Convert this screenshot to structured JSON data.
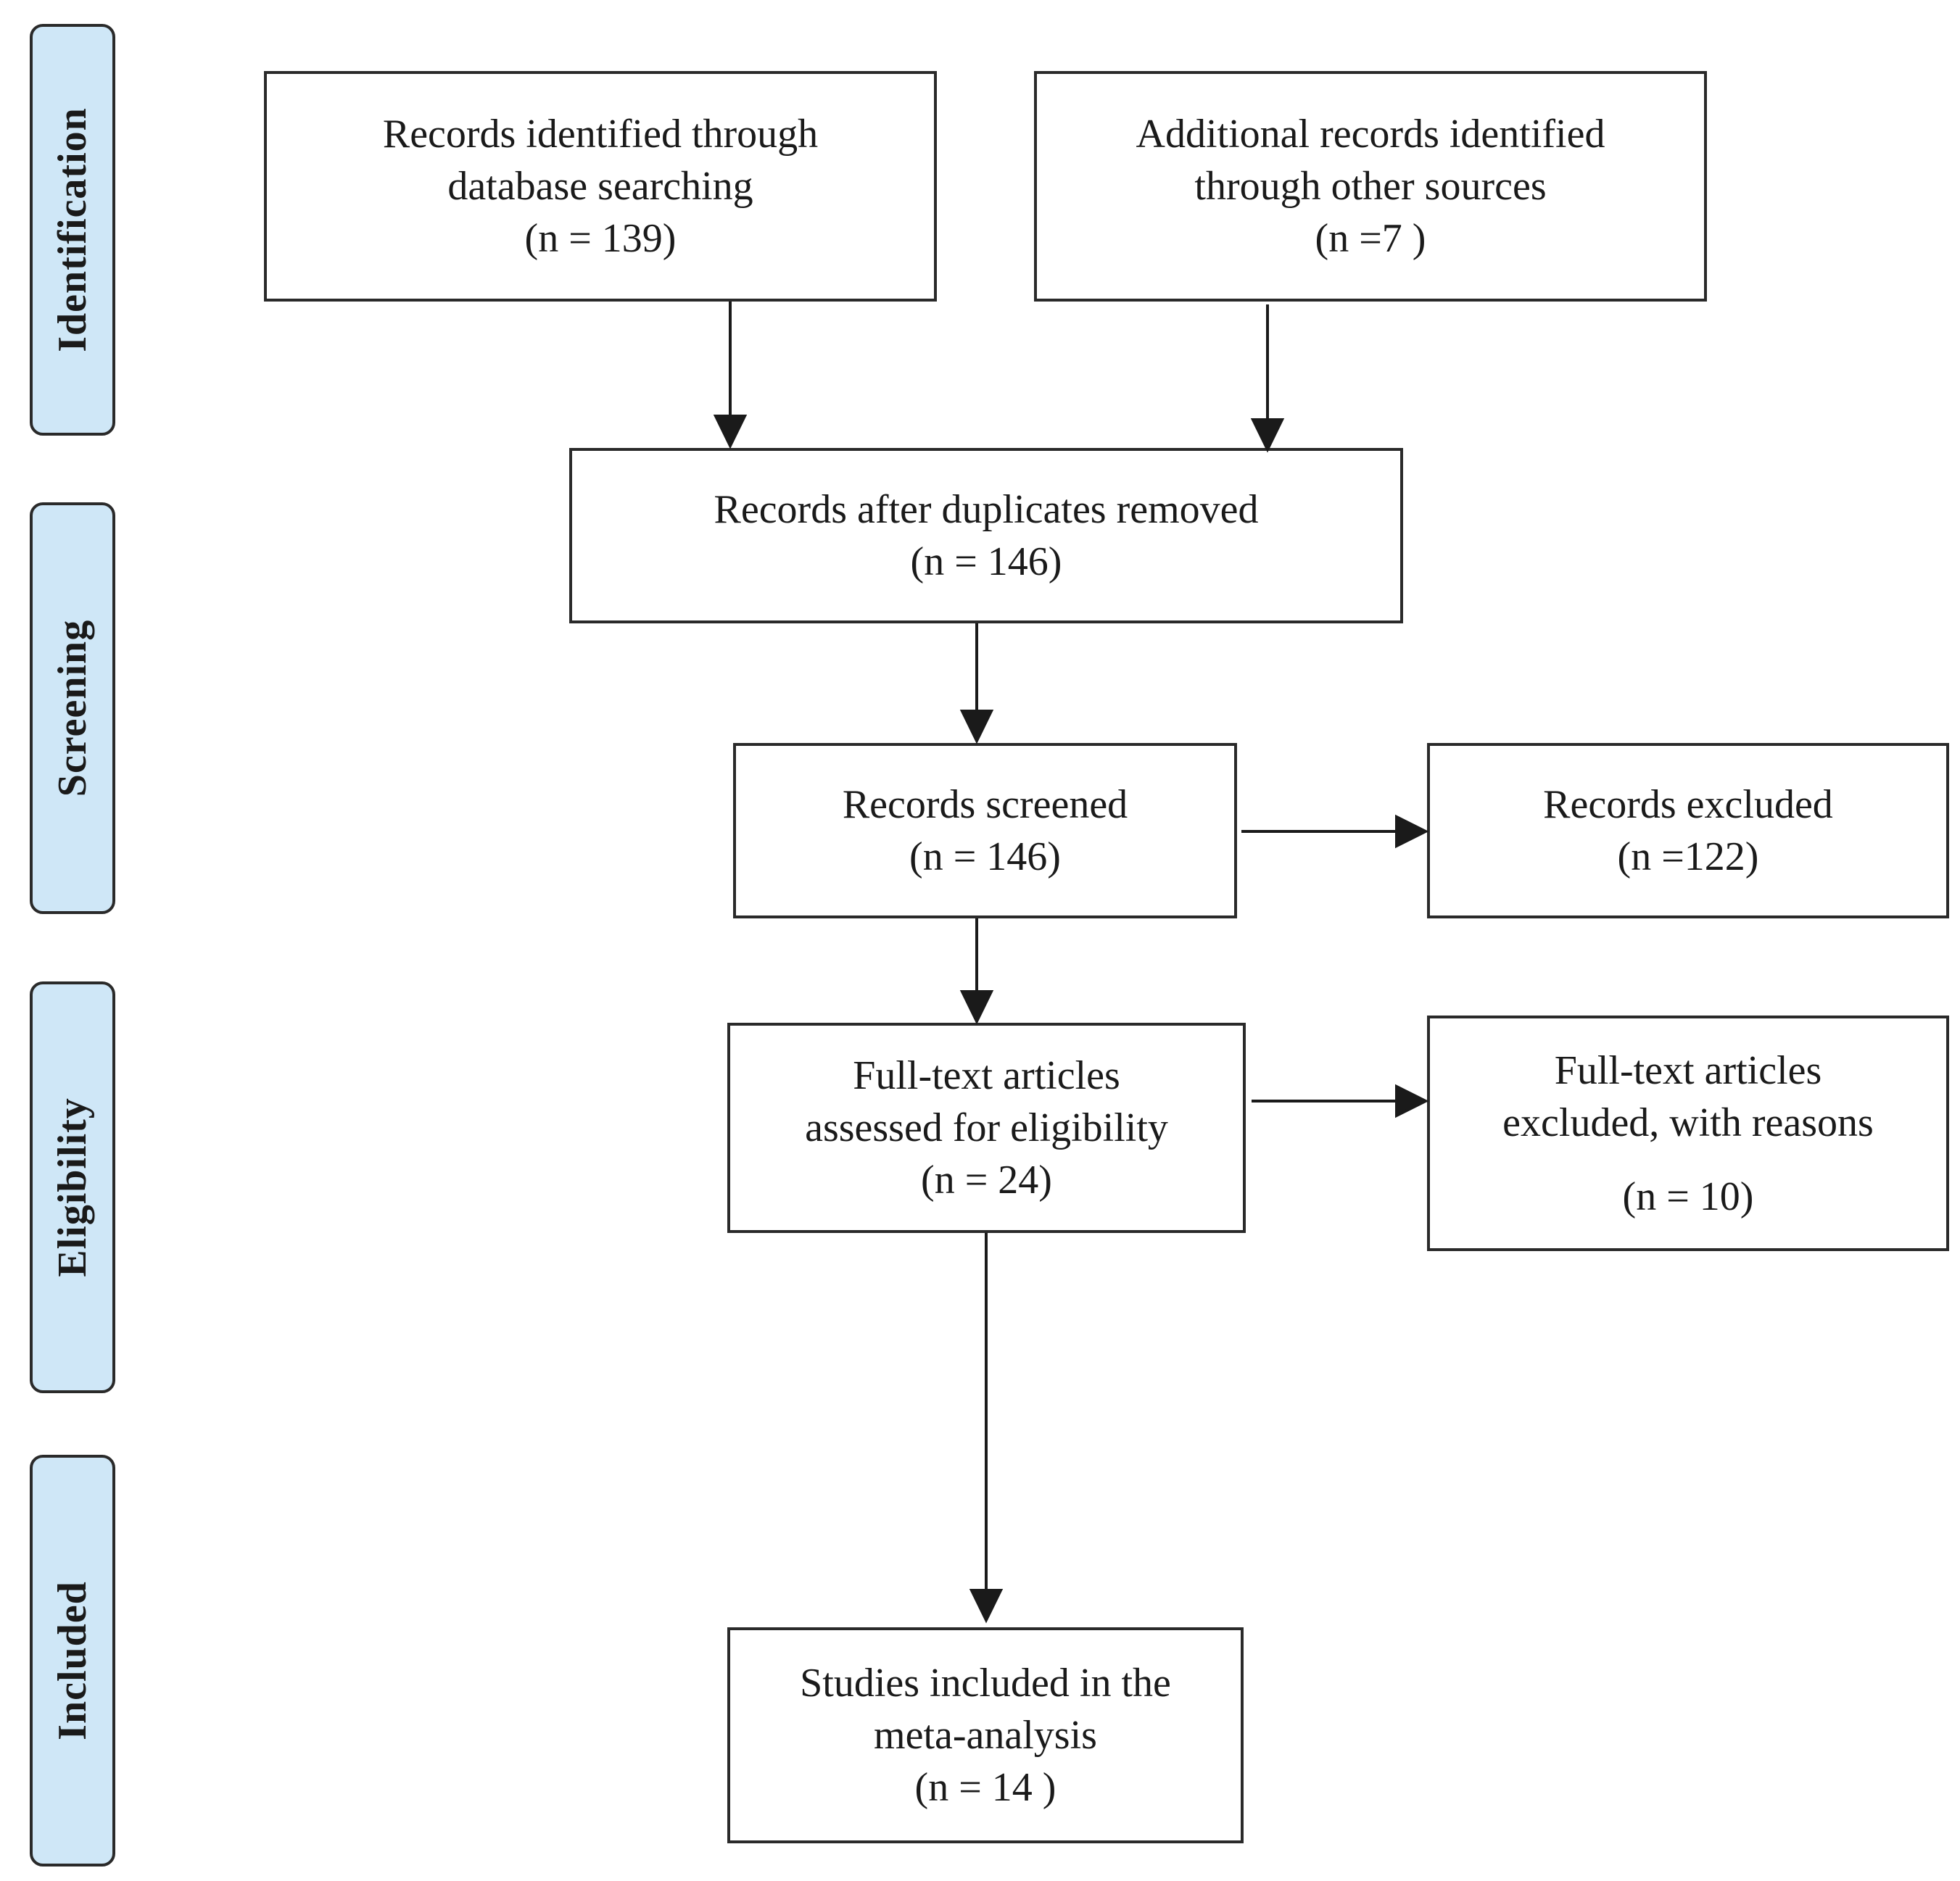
{
  "phases": {
    "identification": "Identification",
    "screening": "Screening",
    "eligibility": "Eligibility",
    "included": "Included"
  },
  "boxes": {
    "database_search": {
      "line1": "Records identified through",
      "line2": "database searching",
      "count": "(n = 139)"
    },
    "other_sources": {
      "line1": "Additional records identified",
      "line2": "through other sources",
      "count": "(n =7 )"
    },
    "duplicates_removed": {
      "line1": "Records after duplicates  removed",
      "count": "(n = 146)"
    },
    "screened": {
      "line1": "Records  screened",
      "count": "(n = 146)"
    },
    "excluded": {
      "line1": "Records  excluded",
      "count": "(n =122)"
    },
    "full_text_assessed": {
      "line1": "Full-text articles",
      "line2": "assessed for eligibility",
      "count": "(n = 24)"
    },
    "full_text_excluded": {
      "line1": "Full-text articles",
      "line2": "excluded, with reasons",
      "count": "(n = 10)"
    },
    "included": {
      "line1": "Studies included in the",
      "line2": "meta-analysis",
      "count": "(n  = 14 )"
    }
  },
  "colors": {
    "phase_fill": "#cfe7f7",
    "border": "#2a2a2a",
    "background": "#ffffff"
  }
}
